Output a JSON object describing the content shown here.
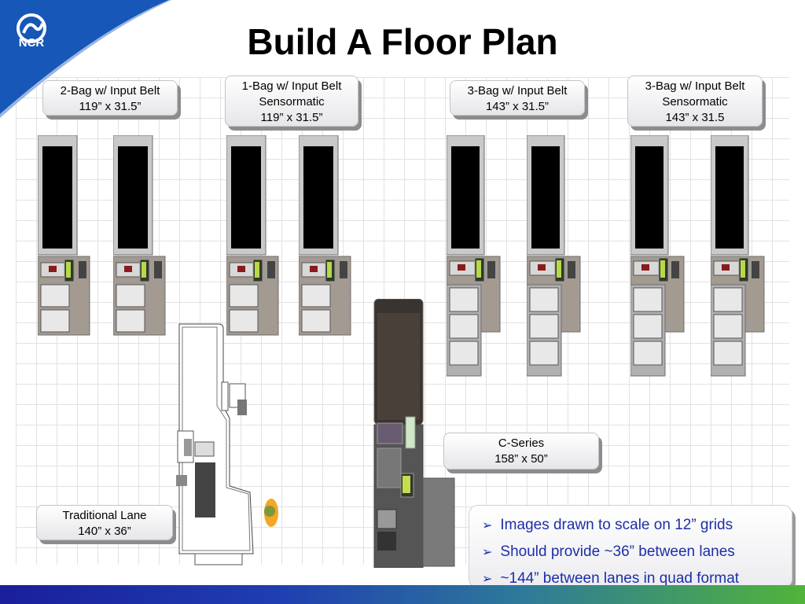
{
  "title": "Build A Floor Plan",
  "brand": {
    "name": "NCR",
    "color": "#1657b8"
  },
  "labels": {
    "two_bag": [
      "2-Bag w/ Input Belt",
      "119” x 31.5”"
    ],
    "one_bag": [
      "1-Bag w/ Input Belt",
      "Sensormatic",
      "119” x 31.5”"
    ],
    "three_bag": [
      "3-Bag w/ Input Belt",
      "143” x 31.5”"
    ],
    "three_bag_sensor": [
      "3-Bag w/ Input Belt",
      "Sensormatic",
      "143” x 31.5"
    ],
    "c_series": [
      "C-Series",
      "158” x 50”"
    ],
    "traditional": [
      "Traditional Lane",
      "140” x 36”"
    ]
  },
  "notes": [
    "Images drawn to scale on 12” grids",
    "Should provide ~36” between lanes",
    "~144” between lanes in quad format"
  ],
  "colors": {
    "note_text": "#1c2fa6",
    "accent_orange": "#f5a623",
    "accent_green": "#7a9a3a"
  }
}
